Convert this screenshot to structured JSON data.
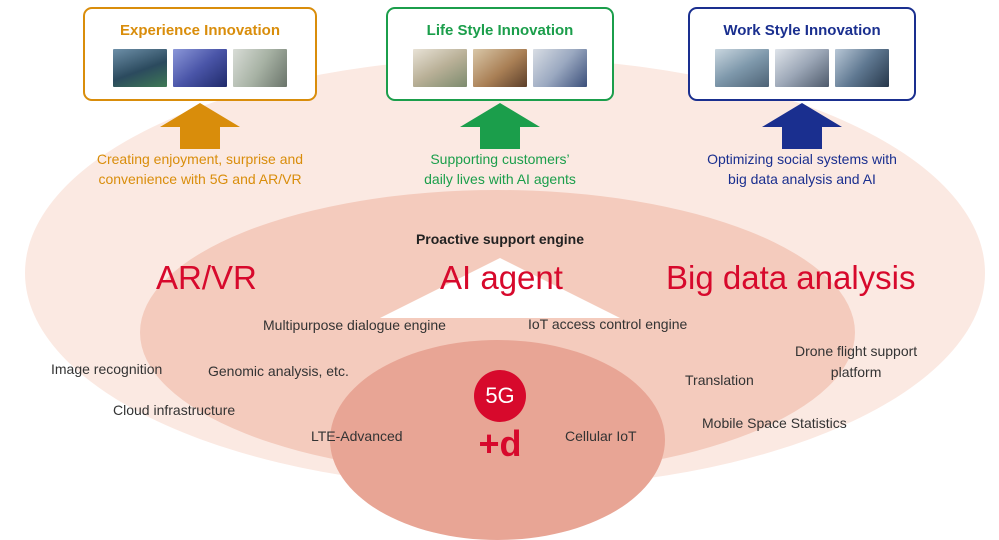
{
  "colors": {
    "orange": "#d98d0b",
    "green": "#1b9e4b",
    "blue": "#1a2f8f",
    "red": "#d7092c",
    "outer_ellipse": "#fbe9e2",
    "middle_ellipse": "#f4cbbd",
    "inner_ellipse": "#e8a595"
  },
  "innovations": [
    {
      "title": "Experience Innovation",
      "caption_line1": "Creating enjoyment, surprise and",
      "caption_line2": "convenience with 5G and AR/VR"
    },
    {
      "title": "Life Style Innovation",
      "caption_line1": "Supporting customers’",
      "caption_line2": "daily lives with AI agents"
    },
    {
      "title": "Work Style Innovation",
      "caption_line1": "Optimizing social systems with",
      "caption_line2": "big data analysis and AI"
    }
  ],
  "center": {
    "engine_title": "Proactive support engine",
    "ar_vr": "AR/VR",
    "ai_agent": "AI agent",
    "big_data": "Big data analysis",
    "dialogue_engine": "Multipurpose dialogue engine",
    "iot_engine": "IoT access control engine"
  },
  "technologies": {
    "image_recognition": "Image recognition",
    "genomic": "Genomic analysis, etc.",
    "cloud": "Cloud infrastructure",
    "lte": "LTE-Advanced",
    "cellular_iot": "Cellular IoT",
    "translation": "Translation",
    "drone_line1": "Drone flight support",
    "drone_line2": "platform",
    "mobile_stats": "Mobile Space Statistics"
  },
  "core": {
    "badge": "5G",
    "logo_text": "+d"
  }
}
